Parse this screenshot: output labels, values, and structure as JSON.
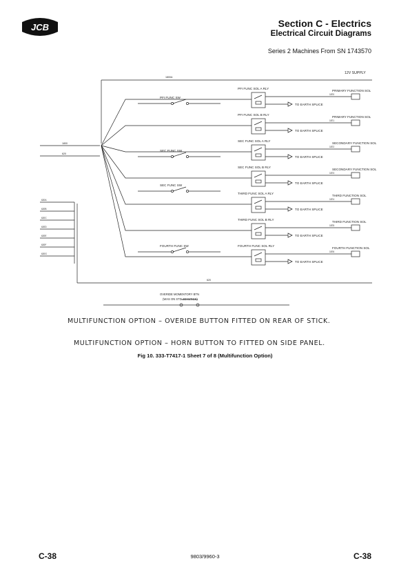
{
  "header": {
    "brand": "JCB",
    "section_title": "Section C - Electrics",
    "subtitle": "Electrical Circuit Diagrams",
    "series": "Series 2 Machines From SN 1743570"
  },
  "diagram": {
    "supply_label": "12V SUPPLY",
    "supply_wire": "1800A",
    "left_wires": [
      "1800",
      "620"
    ],
    "left_block_wires": [
      "620A",
      "620B",
      "620C",
      "620D",
      "620E",
      "620F",
      "620G"
    ],
    "relays": [
      {
        "label": "PFI FUNC SOL A RLY",
        "out_wire": "1870",
        "earth_label": "TO EARTH SPLICE",
        "sol_label": "PRIMARY FUNCTION SOL"
      },
      {
        "label": "PFI FUNC SOL B RLY",
        "out_wire": "1871",
        "earth_label": "TO EARTH SPLICE",
        "sol_label": "PRIMARY FUNCTION SOL"
      },
      {
        "label": "SEC FUNC SOL A RLY",
        "out_wire": "1872",
        "earth_label": "TO EARTH SPLICE",
        "sol_label": "SECONDARY FUNCTION SOL"
      },
      {
        "label": "SEC FUNC SOL B RLY",
        "out_wire": "1873",
        "earth_label": "TO EARTH SPLICE",
        "sol_label": "SECONDARY FUNCTION SOL"
      },
      {
        "label": "THIRD FUNC SOL A RLY",
        "out_wire": "1874",
        "earth_label": "TO EARTH SPLICE",
        "sol_label": "THIRD FUNCTION SOL"
      },
      {
        "label": "THIRD FUNC SOL B RLY",
        "out_wire": "1875",
        "earth_label": "TO EARTH SPLICE",
        "sol_label": "THIRD FUNCTION SOL"
      },
      {
        "label": "FOURTH FUNC SOL RLY",
        "out_wire": "1876",
        "earth_label": "TO EARTH SPLICE",
        "sol_label": "FOURTH FUNCTION SOL"
      }
    ],
    "switches": [
      "PFI FUNC SW",
      "SEC FUNC SW",
      "SEC FUNC SW",
      "FOURTH FUNC SW"
    ],
    "override_label_1": "OVERIDE MOMENTORY BTN",
    "override_label_2": "(WAS ON STD JOYSTICK)",
    "bottom_wire": "620"
  },
  "notes": {
    "override": "MULTIFUNCTION OPTION – OVERIDE BUTTON FITTED ON REAR OF STICK.",
    "horn": "MULTIFUNCTION OPTION – HORN BUTTON TO FITTED ON SIDE PANEL."
  },
  "caption": "Fig 10. 333-T7417-1 Sheet 7 of 8 (Multifunction Option)",
  "footer": {
    "page_left": "C-38",
    "doc_number": "9803/9960-3",
    "page_right": "C-38"
  }
}
